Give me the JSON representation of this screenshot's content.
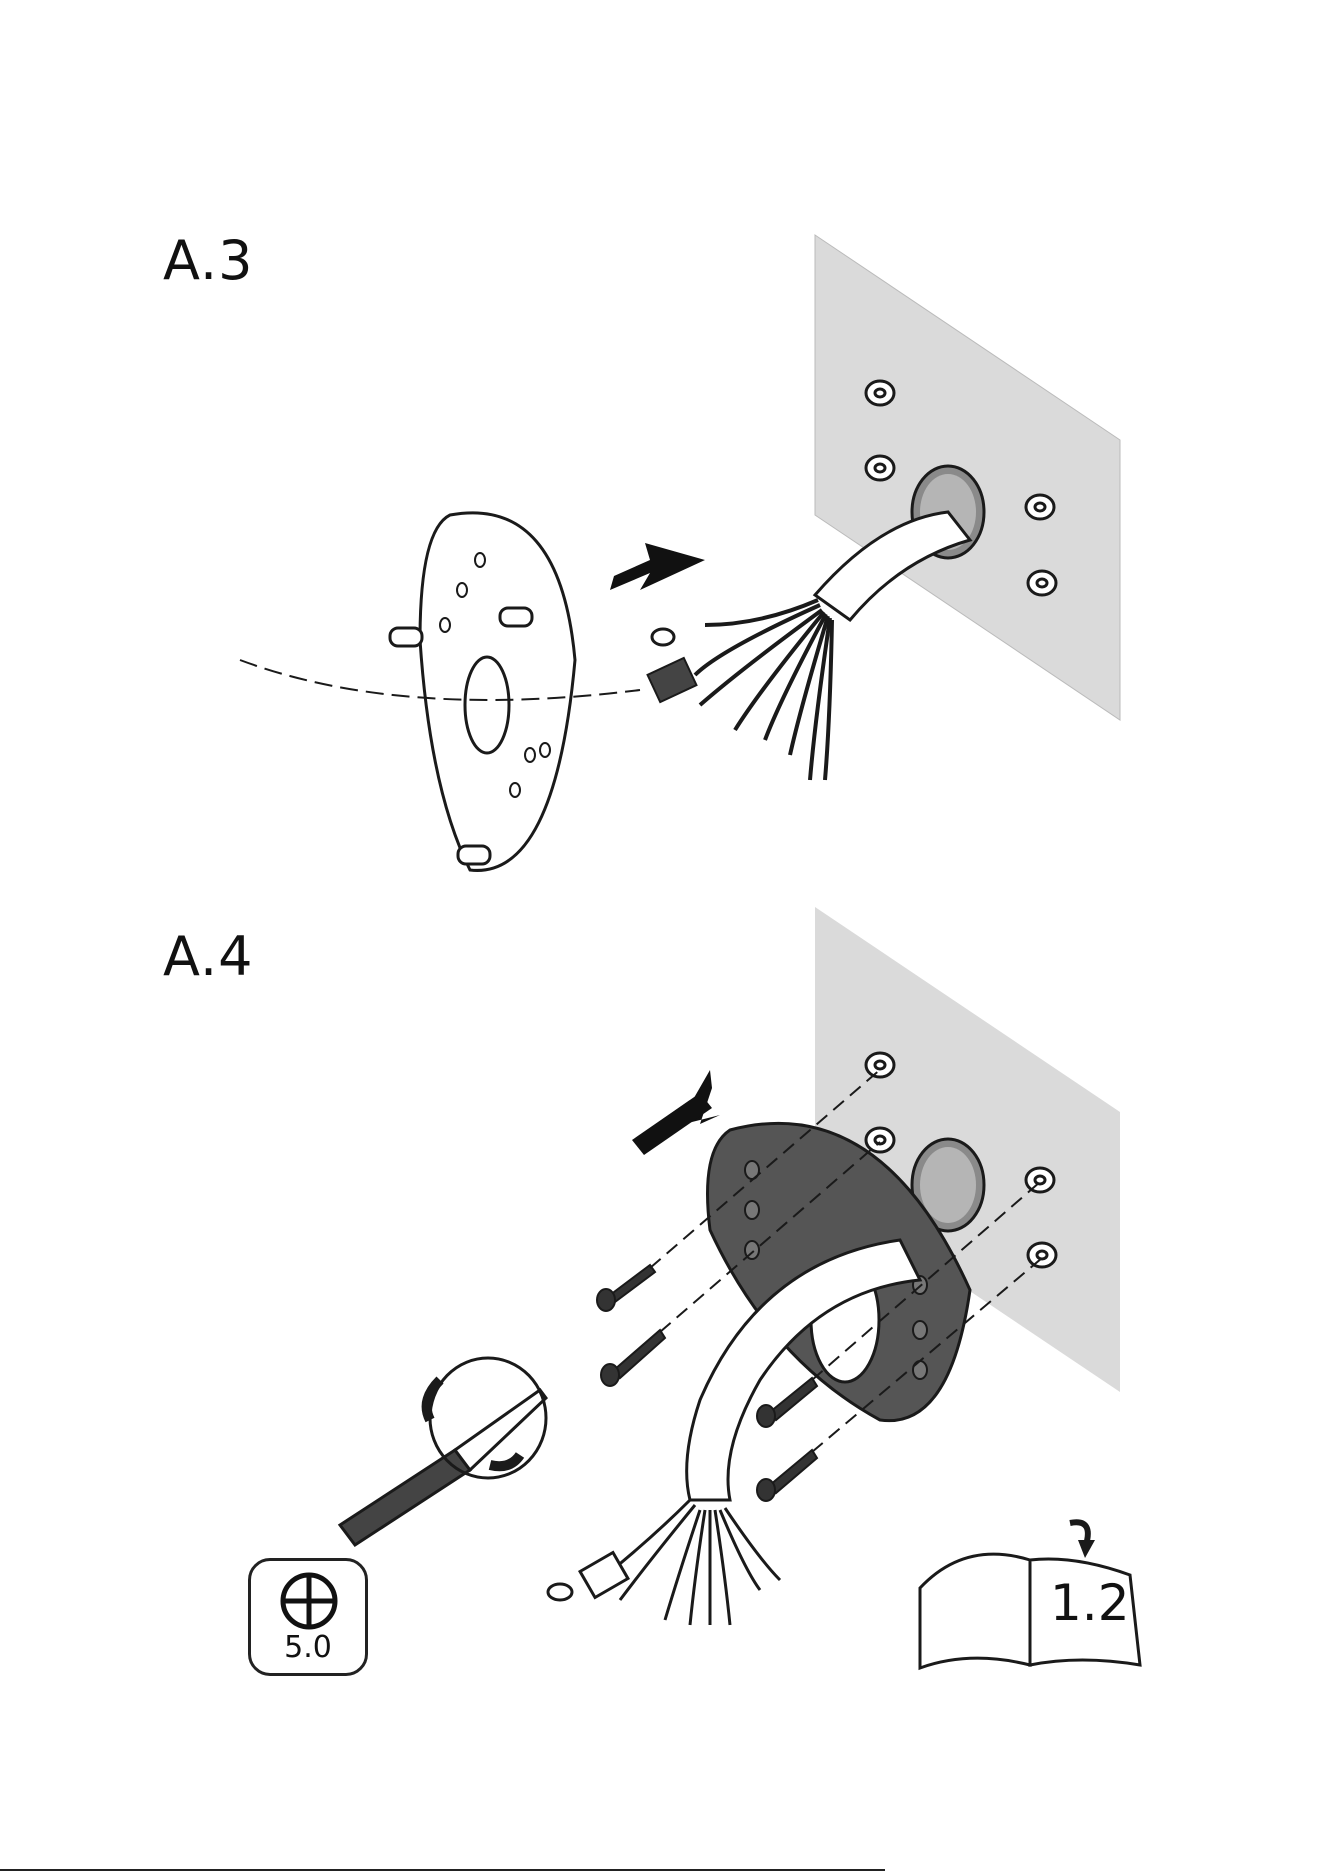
{
  "steps": {
    "a3": {
      "label": "A.3"
    },
    "a4": {
      "label": "A.4"
    }
  },
  "screw_bit": {
    "icon": "phillips-cross-icon",
    "size": "5.0"
  },
  "manual_reference": {
    "icon": "open-book-icon",
    "page": "1.2"
  },
  "colors": {
    "wall": "#d9d9d9",
    "plate_dark": "#555555",
    "line": "#1a1a1a"
  }
}
